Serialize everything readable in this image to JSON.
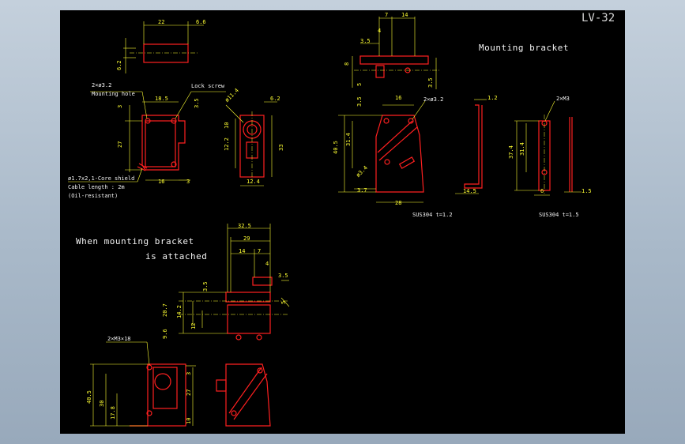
{
  "drawing": {
    "title": "LV-32",
    "colors": {
      "background": "#000000",
      "outline": "#ff2020",
      "dimension": "#ffff33",
      "text": "#f2f2f2",
      "window": "#a8b8c8"
    }
  },
  "labels": {
    "mounting_bracket": "Mounting bracket",
    "when_attached_1": "When mounting bracket",
    "when_attached_2": "is attached",
    "mounting_hole_count": "2×ø3.2",
    "mounting_hole": "Mounting hole",
    "lock_screw": "Lock screw",
    "cable_1": "ø1.7x2,1-Core shield",
    "cable_2": "Cable length : 2m",
    "cable_3": "(Oil-resistant)",
    "bracket_holes": "2×ø3.2",
    "bracket2_holes": "2×M3",
    "material_1": "SUS304  t=1.2",
    "material_2": "SUS304  t=1.5",
    "screw_holes": "2×M3×18"
  },
  "dims": {
    "top_22": "22",
    "top_6_6": "6.6",
    "top_6_2": "6.2",
    "f_18_5": "18.5",
    "f_3": "3",
    "f_3_5": "3.5",
    "f_27": "27",
    "f_16": "16",
    "f_3b": "3",
    "s_11_4": "ø11.4",
    "s_6_2": "6.2",
    "s_10": "10",
    "s_12_2": "12.2",
    "s_33": "33",
    "s_12_4": "12.4",
    "b_7": "7",
    "b_14": "14",
    "b_4": "4",
    "b_3_5": "3.5",
    "b_8": "8",
    "b_5": "5",
    "b_3_5r": "3.5",
    "bf_3_5": "3.5",
    "bf_16": "16",
    "bf_31_4": "31.4",
    "bf_40_5": "40.5",
    "bf_3_4": "ø3.4",
    "bf_3_7": "3.7",
    "bf_28": "28",
    "bs_1_2": "1.2",
    "bs_14_5": "14.5",
    "b2_37_4": "37.4",
    "b2_31_4": "31.4",
    "b2_6": "6",
    "b2_1_5": "1.5",
    "a_32_5": "32.5",
    "a_29": "29",
    "a_14": "14",
    "a_7": "7",
    "a_4": "4",
    "a_3_5": "3.5",
    "a_3_5l": "3.5",
    "a_20_7": "20.7",
    "a_14_2": "14.2",
    "a_12": "12",
    "a_9_6": "9.6",
    "a_5": "5",
    "a_40_5": "40.5",
    "a_30": "30",
    "a_17_8": "17.8",
    "a_3": "3",
    "a_27": "27",
    "a_10": "10"
  }
}
